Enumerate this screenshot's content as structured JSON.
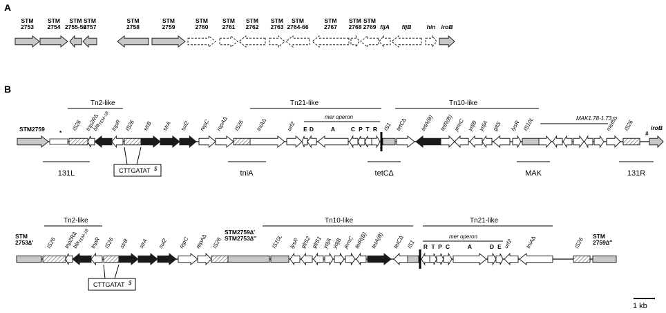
{
  "panels": {
    "a": "A",
    "b": "B"
  },
  "panelA": {
    "genes": [
      {
        "label": "STM\n2753",
        "style": "gray",
        "dir": "r"
      },
      {
        "label": "STM\n2754",
        "style": "gray",
        "dir": "r"
      },
      {
        "label": "STM\n2755-56",
        "style": "gray",
        "dir": "l"
      },
      {
        "label": "STM\n2757",
        "style": "gray",
        "dir": "l"
      },
      {
        "label": "STM\n2758",
        "style": "gray",
        "dir": "l"
      },
      {
        "label": "STM\n2759",
        "style": "gray",
        "dir": "r"
      },
      {
        "label": "STM\n2760",
        "style": "dashed",
        "dir": "r"
      },
      {
        "label": "STM\n2761",
        "style": "dashed",
        "dir": "r"
      },
      {
        "label": "STM\n2762",
        "style": "dashed",
        "dir": "l"
      },
      {
        "label": "STM\n2763",
        "style": "dashed",
        "dir": "r"
      },
      {
        "label": "STM\n2764-66",
        "style": "dashed",
        "dir": "l"
      },
      {
        "label": "STM\n2767",
        "style": "dashed",
        "dir": "l"
      },
      {
        "label": "STM\n2768",
        "style": "dashed",
        "dir": "r"
      },
      {
        "label": "STM\n2769",
        "style": "dashed",
        "dir": "l"
      },
      {
        "label": "fljA",
        "style": "dashed",
        "dir": "l"
      },
      {
        "label": "fljB",
        "style": "dashed",
        "dir": "l"
      },
      {
        "label": "hin",
        "style": "dashed",
        "dir": "r"
      },
      {
        "label": "iroB",
        "style": "gray",
        "dir": "r"
      }
    ]
  },
  "panelB1": {
    "titles": {
      "tn2": "Tn2-like",
      "tn21": "Tn21-like",
      "tn10": "Tn10-like",
      "mak": "MAK1.78-1.73",
      "mer": "mer operon"
    },
    "labels": {
      "stm2759": "STM2759",
      "star": "*",
      "hash": "#",
      "iroB": "iroB",
      "is26a": "IS26",
      "tnp2r": "tnp2R∆",
      "bla": "bla",
      "bla_sub": "TEM-1B",
      "tnpR": "tnpR",
      "is26b": "IS26",
      "strB": "strB",
      "strA": "strA",
      "sul2": "sul2",
      "repC": "repC",
      "repA": "repA∆",
      "is26c": "IS26",
      "tniA": "tniA∆",
      "urf2": "urf2",
      "merE": "E",
      "merD": "D",
      "merA": "A",
      "merC": "C",
      "merP": "P",
      "merT": "T",
      "merR": "R",
      "is1": "IS1",
      "tetC": "tetC∆",
      "tetA": "tetA(B)",
      "tetR": "tetR(B)",
      "jemC": "jemC",
      "ydjB": "ydjB",
      "ydjA": "ydjA",
      "gltS": "gltS",
      "lysR": "lysR",
      "is10L": "IS10L",
      "methA": "meth∆",
      "is26d": "IS26"
    },
    "regions": {
      "r131L": "131L",
      "tniA": "tniA",
      "tetC": "tetC∆",
      "mak": "MAK",
      "r131R": "131R"
    },
    "cttgatat": "CTTGATAT",
    "dagger": "$"
  },
  "panelB2": {
    "titles": {
      "tn2": "Tn2-like",
      "tn10": "Tn10-like",
      "tn21": "Tn21-like",
      "mer": "mer operon"
    },
    "labels": {
      "stm2753": "STM\n2753∆′",
      "is26a": "IS26",
      "tnp2r": "tnp2R∆",
      "bla": "bla",
      "bla_sub": "TEM-1B",
      "tnpR": "tnpR",
      "is26b": "IS26",
      "strB": "strB",
      "strA": "strA",
      "sul2": "sul2",
      "repC": "repC",
      "repA": "repA∆",
      "is26c": "IS26",
      "stmMid": "STM2759∆′\nSTM2753∆″",
      "is10L": "IS10L",
      "lysR": "lysR",
      "gltS2": "gltS2",
      "gltS1": "gltS1",
      "ydjA": "ydjA",
      "ydjB": "ydjB",
      "jemC": "jemC",
      "tetR": "tetR(B)",
      "tetA": "tetA(B)",
      "tetC": "tetC∆",
      "is1": "IS1",
      "merR": "R",
      "merT": "T",
      "merP": "P",
      "merC": "C",
      "merA": "A",
      "merD": "D",
      "merE": "E",
      "urf2": "urf2",
      "tniA": "tniA∆",
      "is26d": "IS26",
      "stm2759": "STM\n2759∆″"
    },
    "cttgatat": "CTTGATAT",
    "dagger": "$"
  },
  "scale": "1 kb",
  "colors": {
    "gray": "#c8c8c8",
    "black": "#1a1a1a",
    "white": "#ffffff",
    "stroke": "#222222"
  }
}
